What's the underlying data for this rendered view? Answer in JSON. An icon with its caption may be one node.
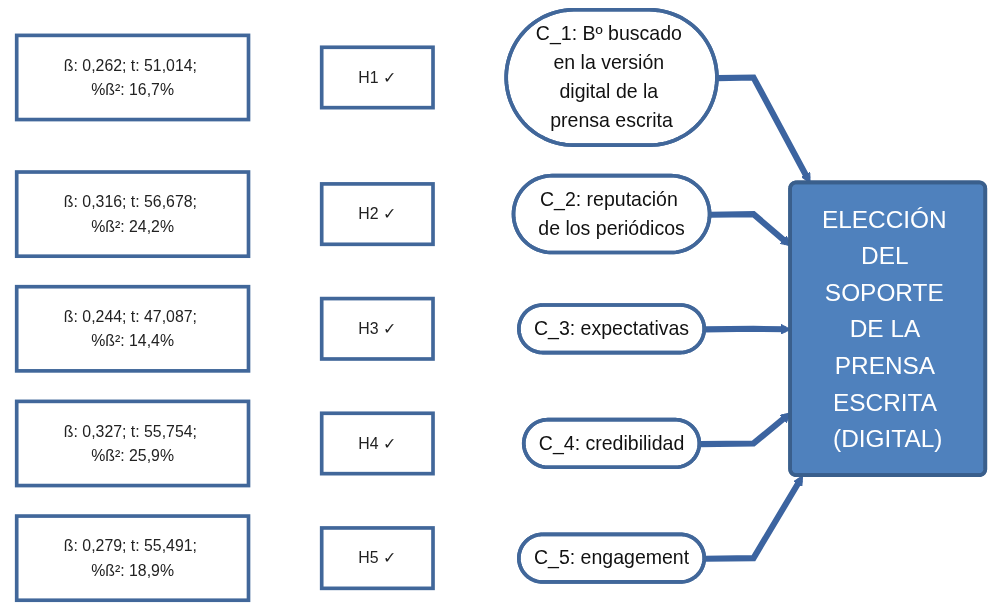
{
  "diagram": {
    "nodes": [
      {
        "text": [
          "ß: 0,262; t: 51,014; %ß²: 16,7%"
        ]
      },
      {
        "text": [
          "H1 ✓"
        ]
      },
      {
        "text": [
          "C_1: Bº buscado en la versión digital de la prensa escrita"
        ]
      },
      {
        "text": [
          "ß: 0,316; t: 56,678; %ß²: 24,2%"
        ]
      },
      {
        "text": [
          "H2 ✓"
        ]
      },
      {
        "text": [
          "C_2: reputación de los periódicos"
        ]
      },
      {
        "text": [
          "ß: 0,244; t: 47,087; %ß²: 14,4%"
        ]
      },
      {
        "text": [
          "H3 ✓"
        ]
      },
      {
        "text": [
          "C_3: expectativas"
        ]
      },
      {
        "text": [
          "ß: 0,327; t: 55,754; %ß²: 25,9%"
        ]
      },
      {
        "text": [
          "H4 ✓"
        ]
      },
      {
        "text": [
          "C_4: credibilidad"
        ]
      },
      {
        "text": [
          "ß: 0,279; t: 55,491; %ß²: 18,9%"
        ]
      },
      {
        "text": [
          "H5 ✓"
        ]
      },
      {
        "text": [
          "C_5: engagement"
        ]
      },
      {
        "text": [
          "ELECCIÓN DEL SOPORTE DE LA PRENSA ESCRITA (DIGITAL)"
        ]
      }
    ],
    "edges": [
      {
        "from": 2,
        "to": 15,
        "arrow": "to"
      },
      {
        "from": 5,
        "to": 15,
        "arrow": "to"
      },
      {
        "from": 8,
        "to": 15,
        "arrow": "to"
      },
      {
        "from": 11,
        "to": 15,
        "arrow": "to"
      },
      {
        "from": 14,
        "to": 15,
        "arrow": "to"
      }
    ]
  }
}
